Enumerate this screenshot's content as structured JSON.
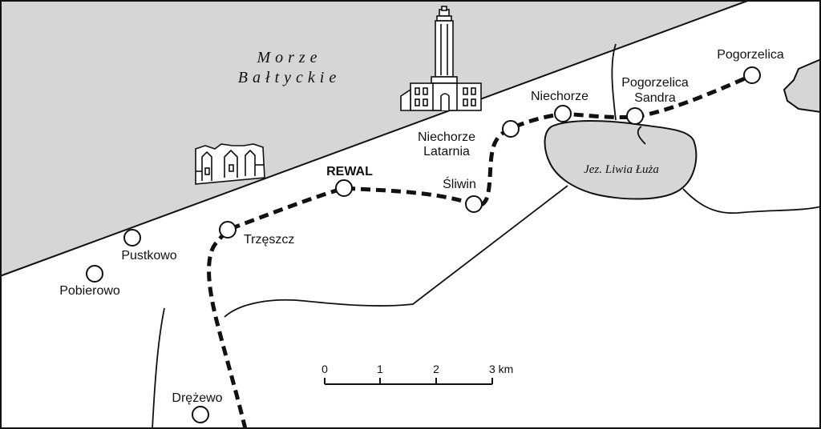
{
  "sea": {
    "line1": "Morze",
    "line2": "Bałtyckie"
  },
  "lake": {
    "label": "Jez. Liwia Łuża"
  },
  "places": {
    "pogorzelica": "Pogorzelica",
    "pogorzelica_sandra_1": "Pogorzelica",
    "pogorzelica_sandra_2": "Sandra",
    "niechorze": "Niechorze",
    "niechorze_latarnia_1": "Niechorze",
    "niechorze_latarnia_2": "Latarnia",
    "sliwin": "Śliwin",
    "rewal": "REWAL",
    "trzeszcz": "Trzęszcz",
    "pustkowo": "Pustkowo",
    "pobierowo": "Pobierowo",
    "drezewo": "Drężewo"
  },
  "scale": {
    "t0": "0",
    "t1": "1",
    "t2": "2",
    "t3": "3 km"
  },
  "colors": {
    "sea": "#d6d6d6",
    "land": "#ffffff",
    "ink": "#111111"
  },
  "icons": [
    "lighthouse-icon",
    "church-ruin-icon"
  ]
}
